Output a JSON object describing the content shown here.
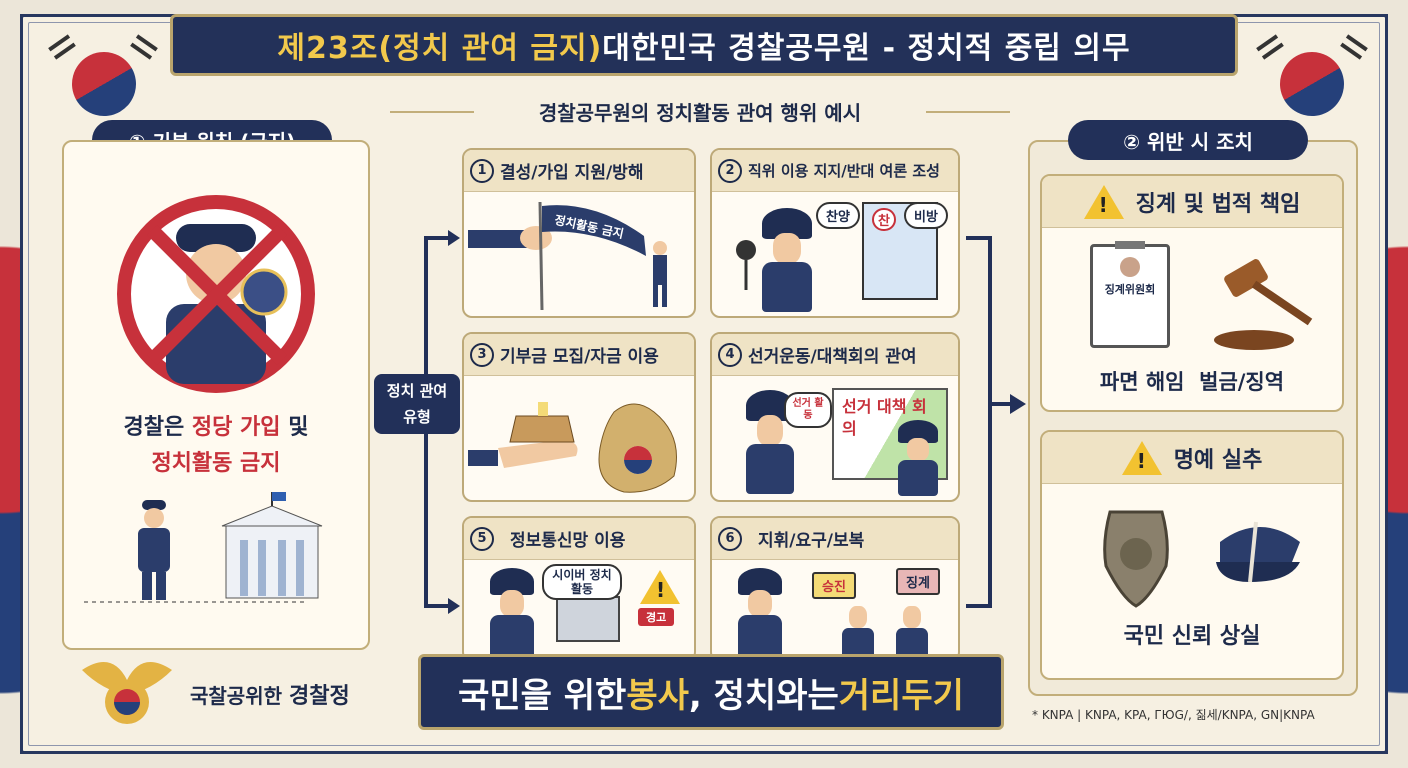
{
  "title": {
    "part1": "제23조(정치 관여 금지)",
    "part2": " 대한민국 경찰공무원 - 정치적 중립 의무"
  },
  "subheading": "경찰공무원의 정치활동 관여 행위 예시",
  "left": {
    "pill": "① 기본 원칙 (금지)",
    "text1_a": "경찰은 ",
    "text1_b": "정당 가입",
    "text1_c": " 및",
    "text2": "정치활동 금지",
    "logo_text_a": "국찰공위한 ",
    "logo_text_b": "경찰정"
  },
  "center_label": {
    "line1": "정치 관여",
    "line2": "유형"
  },
  "cards": [
    {
      "num": "1",
      "title": "결성/가입 지원/방해",
      "banner": "정치활동 금지"
    },
    {
      "num": "2",
      "title": "직위 이용 지지/반대 여론 조성",
      "bubble1": "찬양",
      "bubble2": "찬",
      "bubble3": "비방"
    },
    {
      "num": "3",
      "title": "기부금 모집/자금 이용"
    },
    {
      "num": "4",
      "title": "선거운동/대책회의 관여",
      "board": "선거 대책 회의",
      "bubble": "선거 활동"
    },
    {
      "num": "5",
      "title": "정보통신망 이용",
      "bubble": "시이버 정치 활동",
      "warn": "경고"
    },
    {
      "num": "6",
      "title": "지휘/요구/보복",
      "tag1": "승진",
      "tag2": "징계"
    }
  ],
  "right": {
    "pill": "② 위반 시 조치",
    "box1_title": "징계 및 법적 책임",
    "clipboard": "징계위원회",
    "box1_label_a": "파면 해임",
    "box1_label_b": "벌금/징역",
    "box2_title": "명예 실추",
    "box2_label": "국민 신뢰 상실"
  },
  "banner": {
    "a": "국민을 위한 ",
    "b": "봉사",
    "c": ", 정치",
    "d": "와는 ",
    "e": "거리두기"
  },
  "footnote": "* KNPA | KNPA, KPA, ГЮG/, 짊세/KNPA, GN|KNPA",
  "colors": {
    "navy": "#223059",
    "red": "#c7313b",
    "gold": "#f2c94c",
    "beige": "#efe3c5"
  }
}
